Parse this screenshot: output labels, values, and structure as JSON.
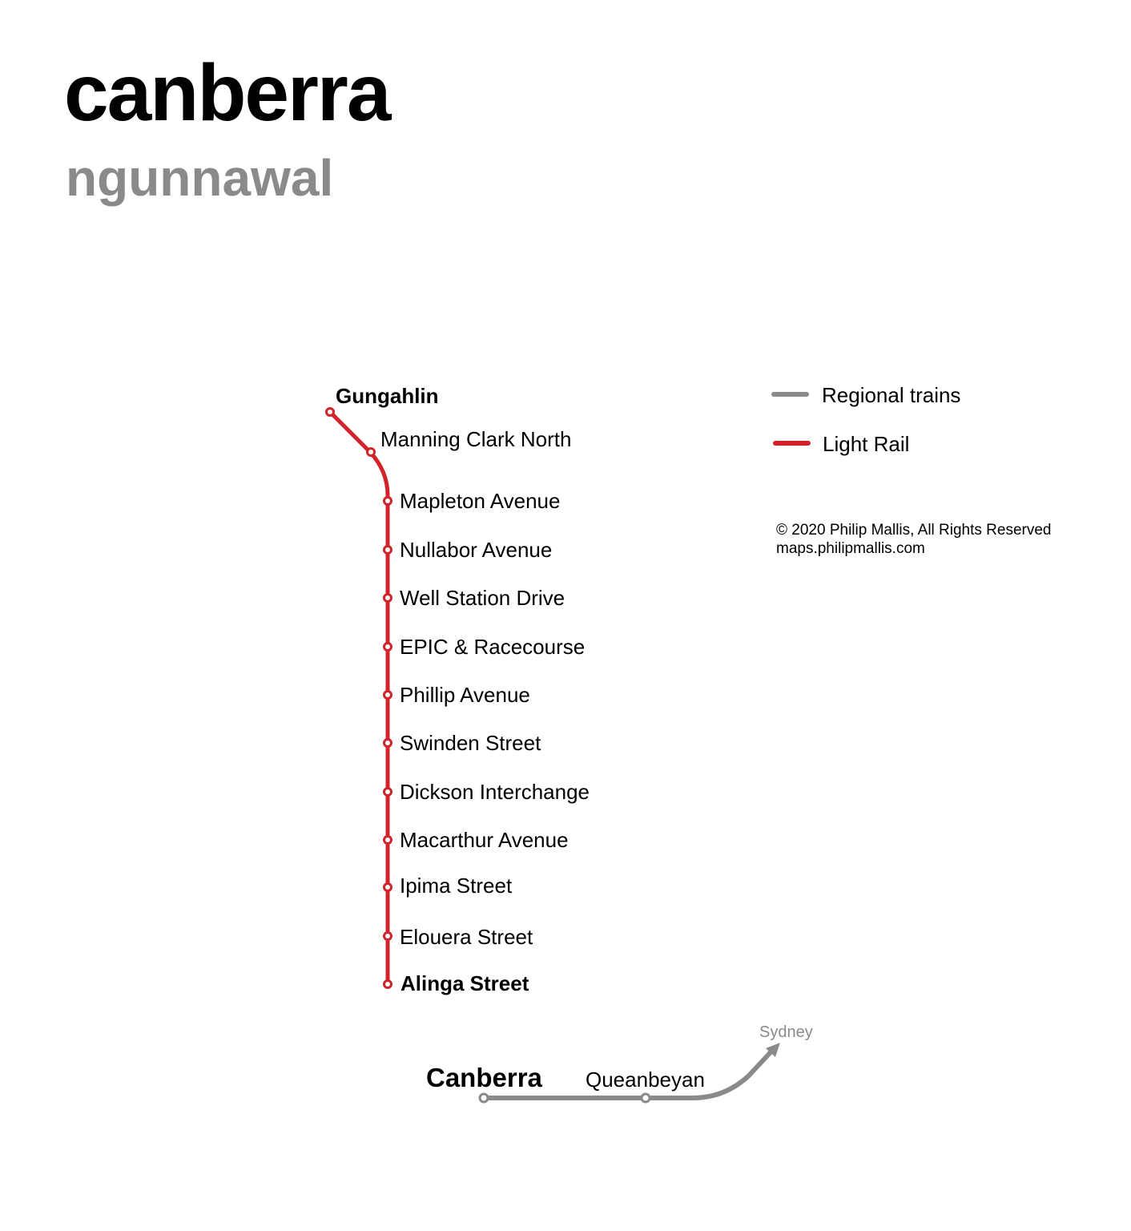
{
  "header": {
    "title": "canberra",
    "subtitle": "ngunnawal"
  },
  "legend": {
    "items": [
      {
        "label": "Regional trains",
        "color": "#8a8a8a"
      },
      {
        "label": "Light Rail",
        "color": "#d2232a"
      }
    ]
  },
  "credit": {
    "copyright": "© 2020 Philip Mallis, All Rights Reserved",
    "website": "maps.philipmallis.com"
  },
  "light_rail": {
    "color": "#d2232a",
    "stations": [
      {
        "name": "Gungahlin",
        "terminus": true
      },
      {
        "name": "Manning Clark North",
        "terminus": false
      },
      {
        "name": "Mapleton Avenue",
        "terminus": false
      },
      {
        "name": "Nullabor Avenue",
        "terminus": false
      },
      {
        "name": "Well Station Drive",
        "terminus": false
      },
      {
        "name": "EPIC & Racecourse",
        "terminus": false
      },
      {
        "name": "Phillip Avenue",
        "terminus": false
      },
      {
        "name": "Swinden Street",
        "terminus": false
      },
      {
        "name": "Dickson Interchange",
        "terminus": false
      },
      {
        "name": "Macarthur Avenue",
        "terminus": false
      },
      {
        "name": "Ipima Street",
        "terminus": false
      },
      {
        "name": "Elouera Street",
        "terminus": false
      },
      {
        "name": "Alinga Street",
        "terminus": true
      }
    ]
  },
  "regional": {
    "color": "#8a8a8a",
    "stations": [
      {
        "name": "Canberra",
        "major": true
      },
      {
        "name": "Queanbeyan",
        "major": false
      }
    ],
    "destination": "Sydney"
  }
}
